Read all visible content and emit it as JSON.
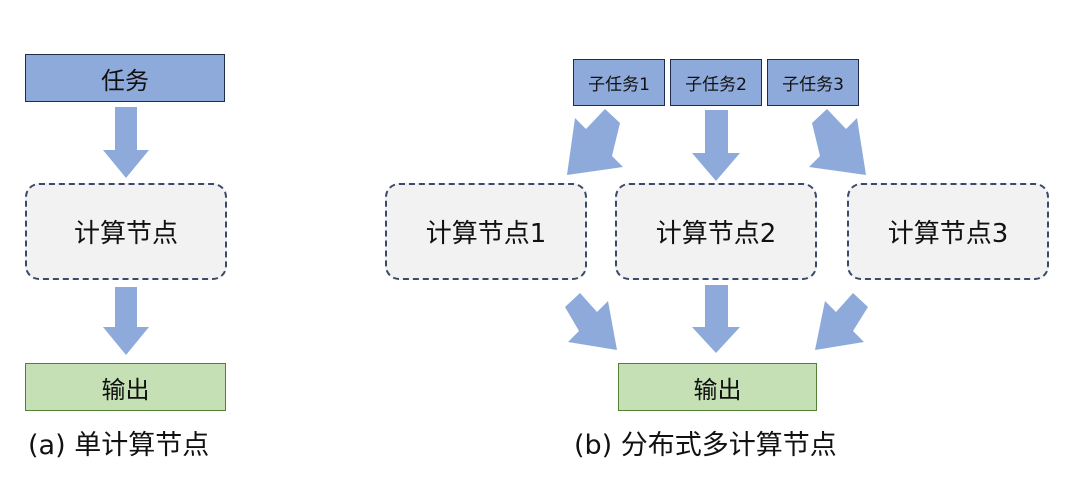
{
  "panel_a": {
    "task_label": "任务",
    "node_label": "计算节点",
    "output_label": "输出",
    "caption": "(a) 单计算节点"
  },
  "panel_b": {
    "subtasks": [
      "子任务1",
      "子任务2",
      "子任务3"
    ],
    "nodes": [
      "计算节点1",
      "计算节点2",
      "计算节点3"
    ],
    "output_label": "输出",
    "caption": "(b) 分布式多计算节点"
  },
  "colors": {
    "task_fill": "#8eaadb",
    "node_fill": "#f2f2f2",
    "output_fill": "#c5e0b4",
    "arrow": "#8eaadb"
  }
}
